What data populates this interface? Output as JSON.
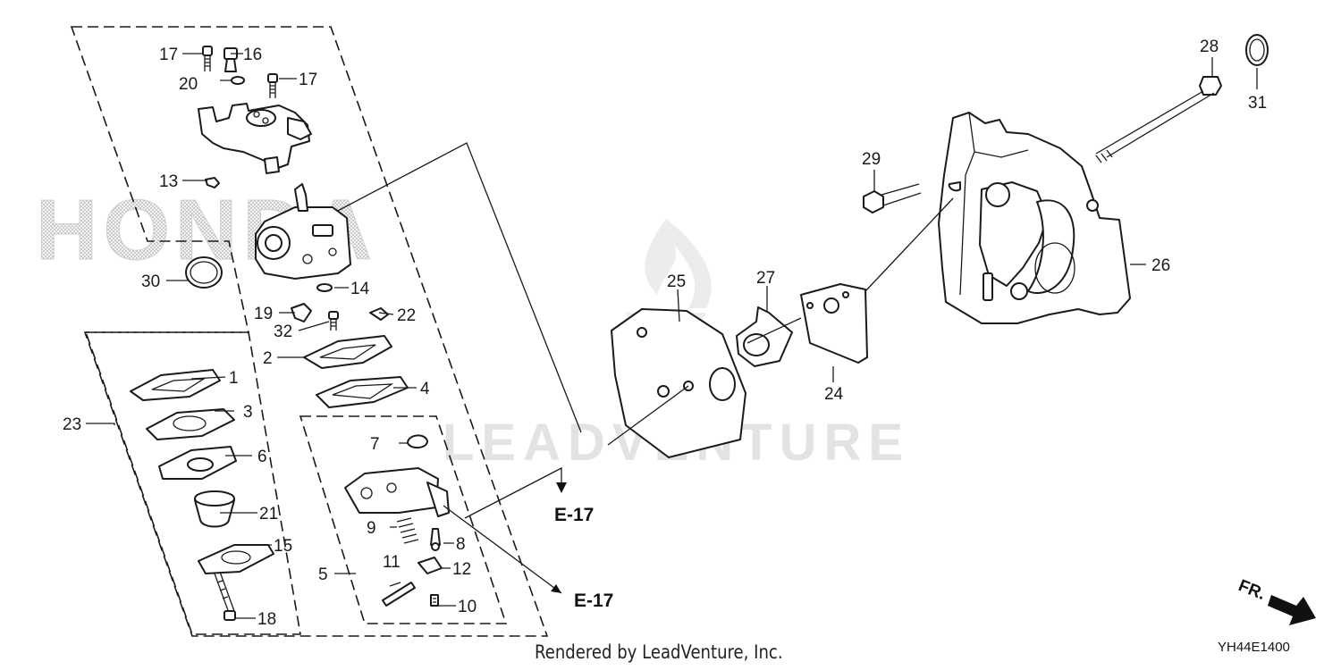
{
  "watermarks": {
    "brand": "HONDA",
    "dealer": "LEADVENTURE"
  },
  "callouts": {
    "c1": "1",
    "c2": "2",
    "c3": "3",
    "c4": "4",
    "c5": "5",
    "c6": "6",
    "c7": "7",
    "c8": "8",
    "c9": "9",
    "c10": "10",
    "c11": "11",
    "c12": "12",
    "c13": "13",
    "c14": "14",
    "c15": "15",
    "c16": "16",
    "c17a": "17",
    "c17b": "17",
    "c18": "18",
    "c19": "19",
    "c20": "20",
    "c21": "21",
    "c22": "22",
    "c23": "23",
    "c24": "24",
    "c25": "25",
    "c26": "26",
    "c27": "27",
    "c28": "28",
    "c29": "29",
    "c30": "30",
    "c31": "31",
    "c32": "32"
  },
  "references": {
    "ref_upper": "E-17",
    "ref_lower": "E-17"
  },
  "direction_label": "FR.",
  "footer": {
    "rendered_by": "Rendered by LeadVenture, Inc.",
    "diagram_code": "YH44E1400"
  }
}
